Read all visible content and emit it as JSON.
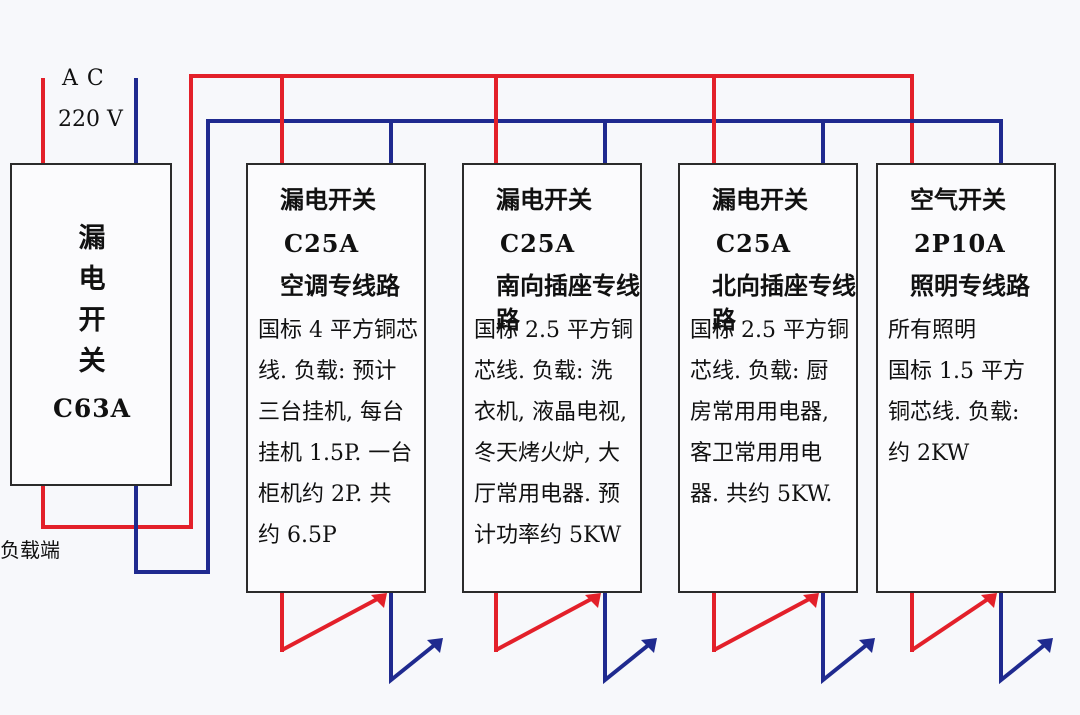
{
  "source": {
    "ac_label": "A C",
    "voltage_label": "220 V",
    "load_label": "负载端"
  },
  "main_breaker": {
    "title": "漏\n电\n开\n关",
    "rating": "C63A"
  },
  "branches": [
    {
      "title": "漏电开关",
      "rating": "C25A",
      "circuit": "空调专线路",
      "description": "国标 4 平方铜芯\n线. 负载: 预计\n三台挂机, 每台\n挂机 1.5P. 一台\n柜机约 2P. 共\n约 6.5P"
    },
    {
      "title": "漏电开关",
      "rating": "C25A",
      "circuit": "南向插座专线路",
      "description": "国标 2.5 平方铜\n芯线. 负载: 洗\n衣机, 液晶电视,\n冬天烤火炉, 大\n厅常用电器. 预\n计功率约 5KW"
    },
    {
      "title": "漏电开关",
      "rating": "C25A",
      "circuit": "北向插座专线路",
      "description": "国标 2.5 平方铜\n芯线. 负载: 厨\n房常用用电器,\n客卫常用用电\n器. 共约 5KW."
    },
    {
      "title": "空气开关",
      "rating": "2P10A",
      "circuit": "照明专线路",
      "description": "所有照明\n国标 1.5 平方\n铜芯线. 负载:\n约 2KW"
    }
  ],
  "colors": {
    "live": "#e3202a",
    "neutral": "#1f2a8f",
    "border": "#2b2b2b"
  }
}
